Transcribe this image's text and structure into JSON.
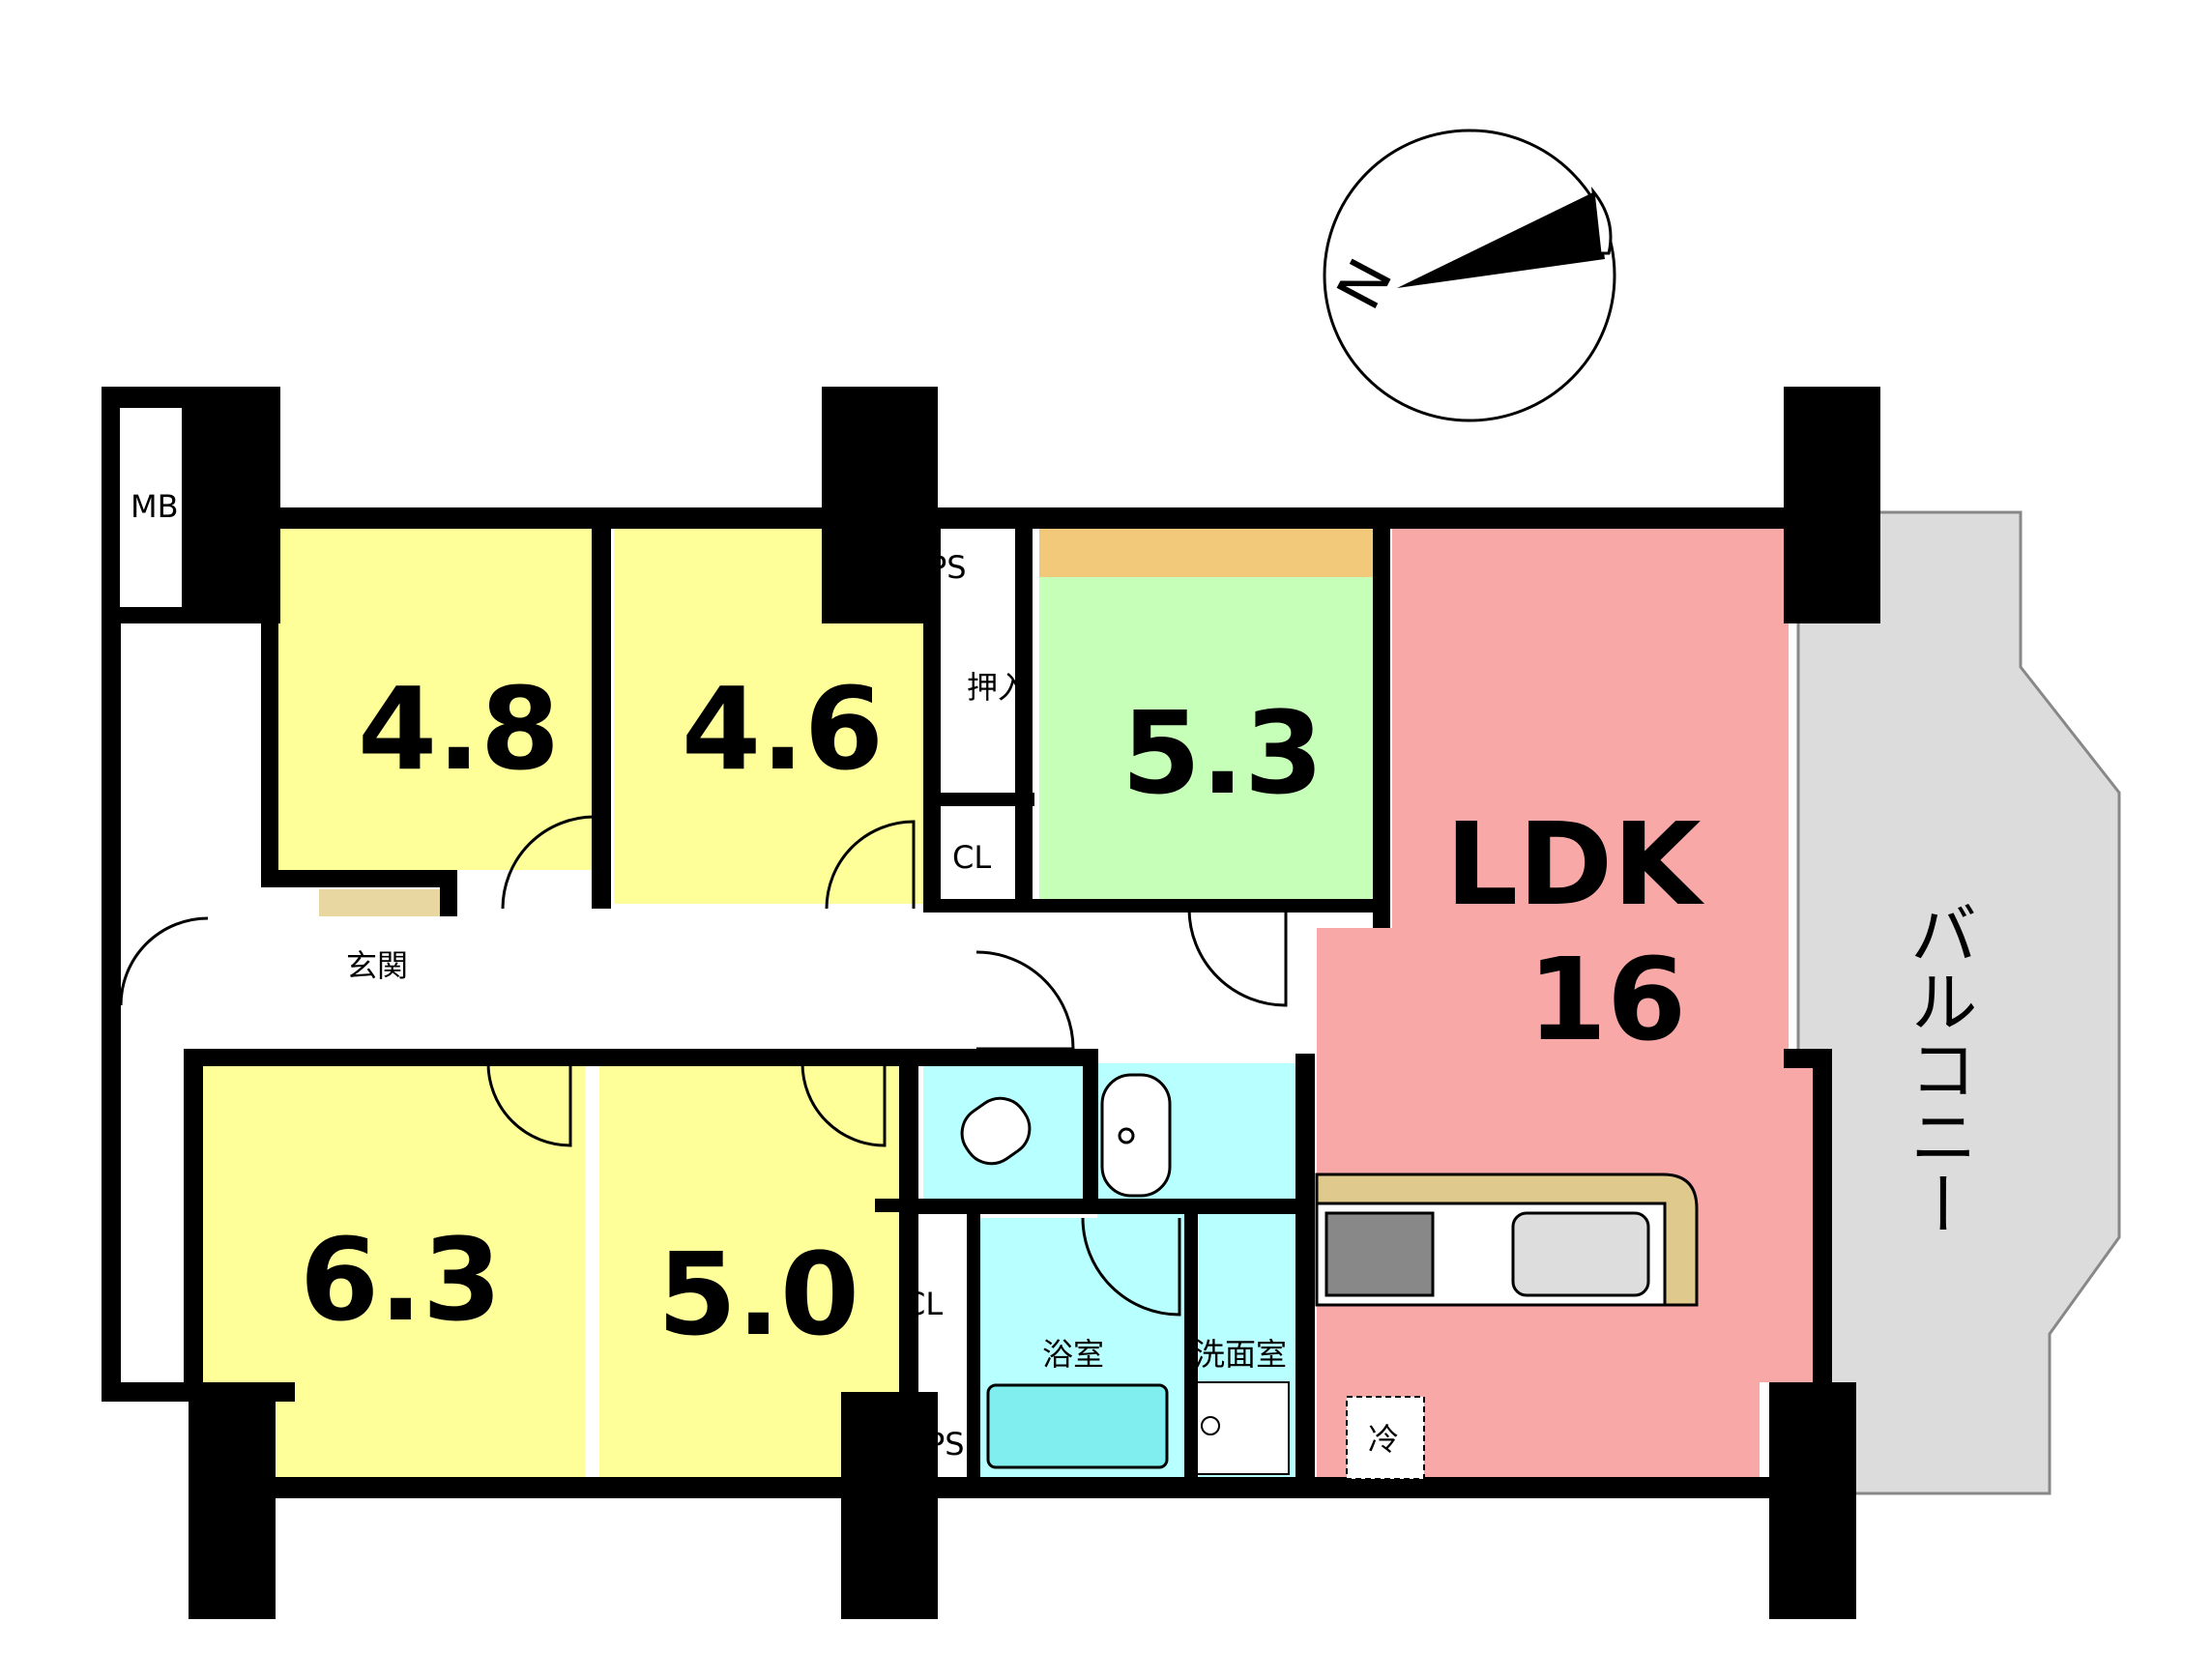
{
  "rooms": [
    {
      "id": "bedroom-1",
      "label": "4.8",
      "fill": "#ffff99"
    },
    {
      "id": "bedroom-2",
      "label": "4.6",
      "fill": "#ffff99"
    },
    {
      "id": "japanese-room",
      "label": "5.3",
      "fill": "#c6ffb8"
    },
    {
      "id": "ldk",
      "label": "LDK",
      "sublabel": "16",
      "fill": "#f9a8a8"
    },
    {
      "id": "bedroom-3",
      "label": "6.3",
      "fill": "#ffff99"
    },
    {
      "id": "bedroom-4",
      "label": "5.0",
      "fill": "#ffff99"
    }
  ],
  "labels": {
    "mb": "MB",
    "ps_top": "PS",
    "ps_bottom": "PS",
    "oshiire": "押入",
    "cl_top": "CL",
    "cl_bottom": "CL",
    "genkan": "玄関",
    "bath": "浴室",
    "washroom": "洗面室",
    "fridge": "冷",
    "balcony": "バルコニー",
    "compass_n": "N"
  },
  "colors": {
    "wall": "#000000",
    "bedroom": "#ffff99",
    "washitsu": "#c6ffb8",
    "ldk": "#f9a8a8",
    "wet": "#b8ffff",
    "balcony": "#dcdcdc",
    "counter": "#e0c98c",
    "entry": "#e8d7a0"
  }
}
